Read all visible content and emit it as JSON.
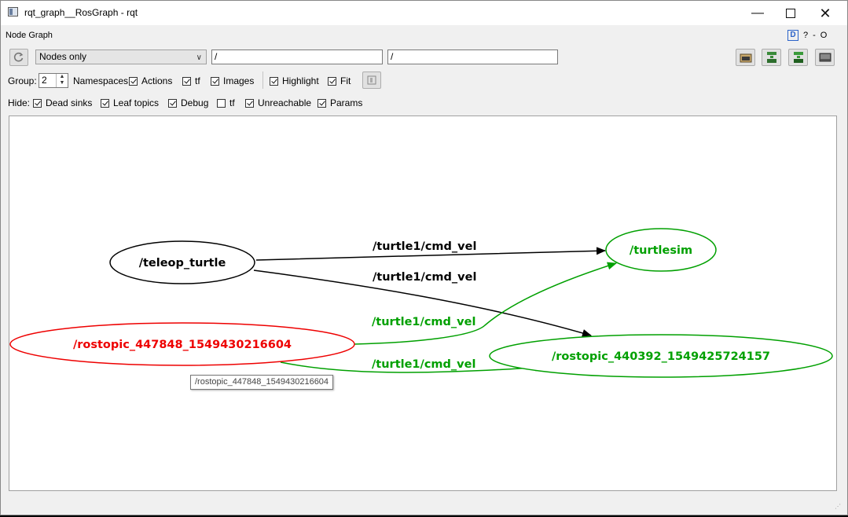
{
  "window": {
    "title": "rqt_graph__RosGraph - rqt",
    "minimize": "—",
    "close": "✕"
  },
  "dock": {
    "title": "Node Graph",
    "badge": "D",
    "help": "?",
    "dash": "-",
    "o": "O"
  },
  "toolbar": {
    "mode_select": "Nodes only",
    "ns_filter": "/",
    "topic_filter": "/"
  },
  "options": {
    "group_label": "Group:",
    "group_value": "2",
    "namespaces": "Namespaces",
    "actions": "Actions",
    "tf": "tf",
    "images": "Images",
    "highlight": "Highlight",
    "fit": "Fit"
  },
  "hide": {
    "label": "Hide:",
    "dead_sinks": "Dead sinks",
    "leaf_topics": "Leaf topics",
    "debug": "Debug",
    "tf": "tf",
    "unreachable": "Unreachable",
    "params": "Params"
  },
  "graph": {
    "colors": {
      "default": "#000000",
      "highlight_source": "#ee0000",
      "highlight_target": "#00a000"
    },
    "nodes": [
      {
        "id": "teleop",
        "label": "/teleop_turtle",
        "color": "black"
      },
      {
        "id": "turtlesim",
        "label": "/turtlesim",
        "color": "green"
      },
      {
        "id": "rostopic_a",
        "label": "/rostopic_447848_1549430216604",
        "color": "red"
      },
      {
        "id": "rostopic_b",
        "label": "/rostopic_440392_1549425724157",
        "color": "green"
      }
    ],
    "edges": [
      {
        "from": "teleop",
        "to": "turtlesim",
        "label": "/turtle1/cmd_vel",
        "color": "black"
      },
      {
        "from": "teleop",
        "to": "rostopic_b",
        "label": "/turtle1/cmd_vel",
        "color": "black"
      },
      {
        "from": "rostopic_a",
        "to": "turtlesim",
        "label": "/turtle1/cmd_vel",
        "color": "green"
      },
      {
        "from": "rostopic_a",
        "to": "rostopic_b",
        "label": "/turtle1/cmd_vel",
        "color": "green"
      }
    ],
    "tooltip": "/rostopic_447848_1549430216604"
  }
}
